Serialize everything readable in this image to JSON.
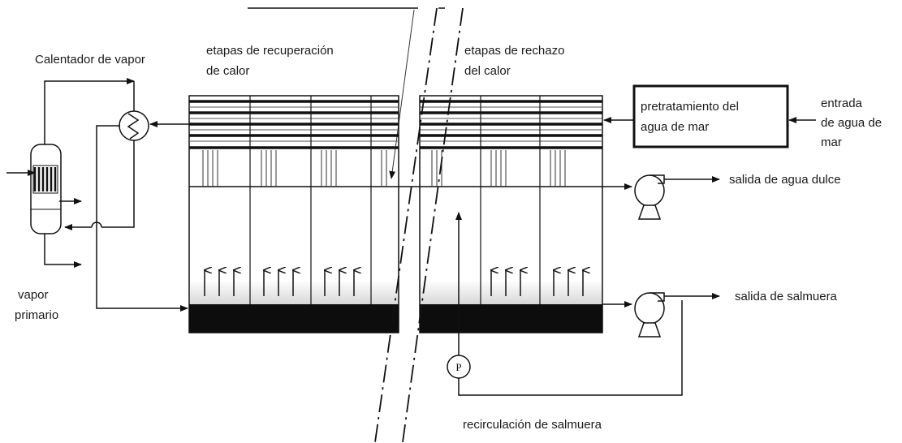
{
  "labels": {
    "calentador": "Calentador  de vapor",
    "recuperacion_1": "etapas  de recuperación",
    "recuperacion_2": "de calor",
    "rechazo_1": "etapas de rechazo",
    "rechazo_2": "del calor",
    "pretratamiento_1": "pretratamiento del",
    "pretratamiento_2": "agua de mar",
    "entrada_1": "entrada",
    "entrada_2": "de agua de",
    "entrada_3": "mar",
    "salida_dulce": "salida de agua dulce",
    "salida_salmuera": "salida de salmuera",
    "vapor_1": "vapor",
    "vapor_2": "primario",
    "recirculacion": "recirculación de salmuera",
    "pump_p": "P"
  }
}
